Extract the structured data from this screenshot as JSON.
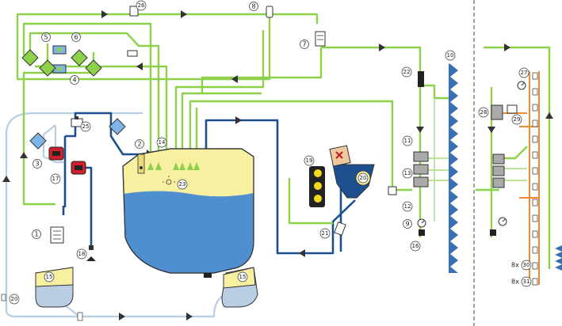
{
  "labels": {
    "n1": "1",
    "n2": "2",
    "n3": "3",
    "n4": "4",
    "n5": "5",
    "n6": "6",
    "n7": "7",
    "n8": "8",
    "n9": "9",
    "n10": "10",
    "n11": "11",
    "n12": "12",
    "n13": "13",
    "n14": "14",
    "n15a": "15",
    "n15b": "15",
    "n16": "16",
    "n17": "17",
    "n18": "18",
    "n19": "19",
    "n20a": "20",
    "n20b": "20",
    "n21": "21",
    "n22": "22",
    "n23": "23",
    "n25": "25",
    "n26": "26",
    "n27": "27",
    "n28": "28",
    "n29": "29",
    "n30": "30",
    "n31": "31",
    "mult30": "8x",
    "mult31": "8x"
  },
  "colors": {
    "clean_water_line": "#8dd04a",
    "spray_liquid_line": "#1d4f8f",
    "suction_line": "#b9cde3",
    "boom_feed_line": "#f08a2c",
    "tank_liquid": "#4f8fd0",
    "tank_foam": "#f6f0a0",
    "valve_red": "#d0202e",
    "diamond_green": "#8dd04a",
    "diamond_blue": "#7db6e6",
    "boom_triangles": "#3a6fb5"
  }
}
